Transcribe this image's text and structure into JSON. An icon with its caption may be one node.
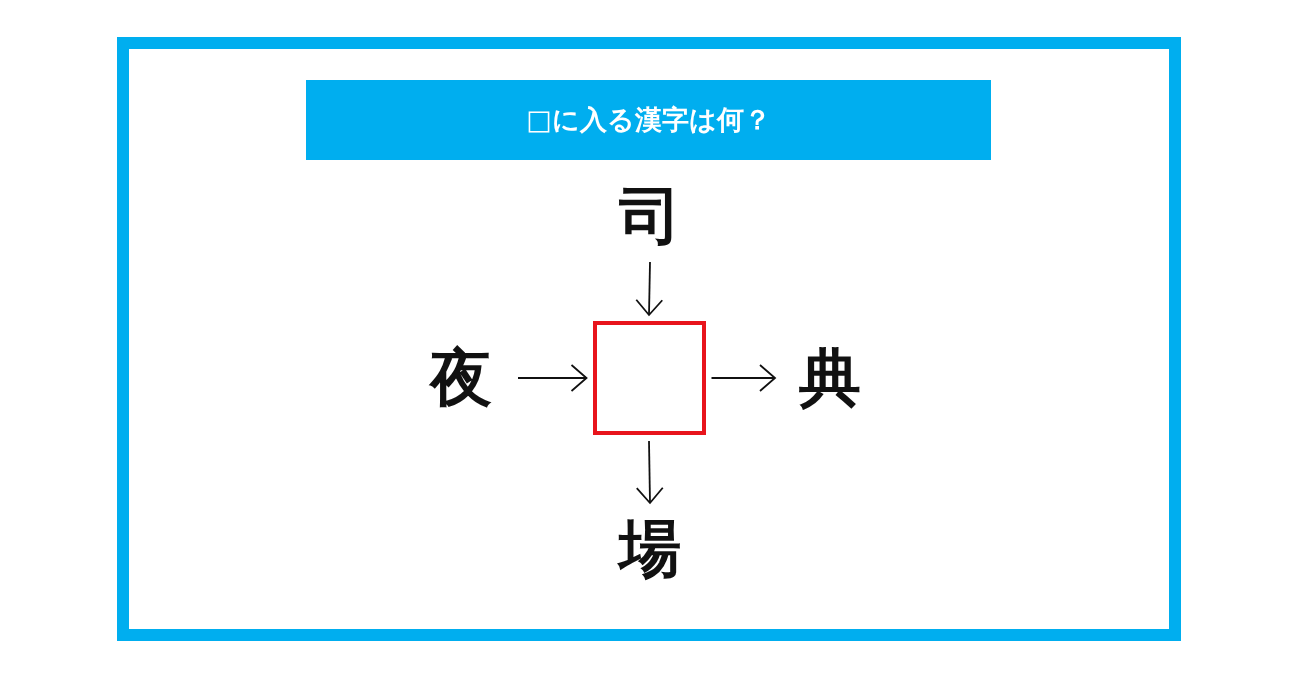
{
  "diagram": {
    "title": "□に入る漢字は何？",
    "nodes": [
      {
        "text": [
          "司"
        ]
      },
      {
        "text": [
          "夜"
        ]
      },
      {
        "text": [],
        "shape": "box"
      },
      {
        "text": [
          "典"
        ]
      },
      {
        "text": [
          "場"
        ]
      }
    ],
    "edges": [
      {
        "from": 0,
        "to": 2,
        "arrow": "to"
      },
      {
        "from": 1,
        "to": 2,
        "arrow": "to"
      },
      {
        "from": 2,
        "to": 3,
        "arrow": "to"
      },
      {
        "from": 2,
        "to": 4,
        "arrow": "to"
      }
    ]
  }
}
